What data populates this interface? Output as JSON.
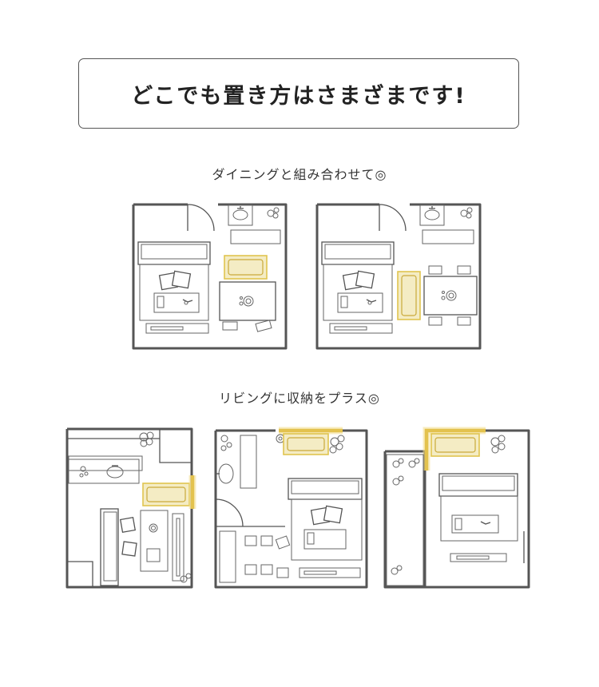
{
  "heading": "どこでも置き方はさまざまです!",
  "sections": [
    {
      "label": "ダイニングと組み合わせて◎"
    },
    {
      "label": "リビングに収納をプラス◎"
    }
  ],
  "colors": {
    "accent_yellow": "#e3c24e",
    "rack_fill": "#f4ecc4",
    "line": "#555555"
  }
}
